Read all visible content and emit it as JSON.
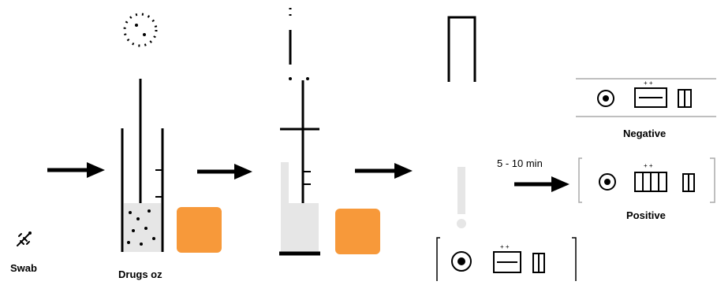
{
  "labels": {
    "swab": "Swab",
    "step1": "Drugs oz",
    "negative": "Negative",
    "positive": "Positive",
    "time": "5 - 10 min"
  },
  "colors": {
    "accent_orange": "#f7993a",
    "sample_fill": "#e6e6e6",
    "line": "#000000"
  },
  "icons": [
    "swab-icon",
    "arrow-right-icon",
    "beaker-icon",
    "dropper-icon",
    "test-strip-icon",
    "result-card-icon"
  ]
}
